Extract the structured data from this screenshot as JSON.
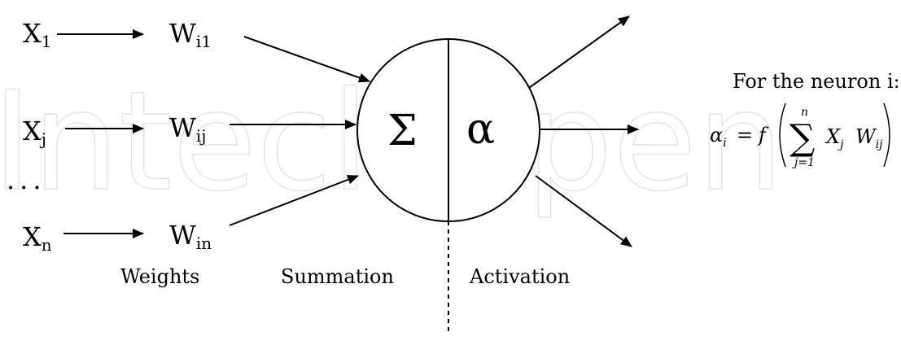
{
  "watermark": "IntechOpen",
  "inputs": {
    "x1": {
      "base": "X",
      "sub": "1"
    },
    "xj": {
      "base": "X",
      "sub": "j"
    },
    "ellipsis": "...",
    "xn": {
      "base": "X",
      "sub": "n"
    }
  },
  "weights": {
    "wi1": {
      "base": "W",
      "sub": "i1"
    },
    "wij": {
      "base": "W",
      "sub": "ij"
    },
    "win": {
      "base": "W",
      "sub": "in"
    }
  },
  "neuron": {
    "summation_symbol": "Σ",
    "activation_symbol": "α"
  },
  "captions": {
    "weights": "Weights",
    "summation": "Summation",
    "activation": "Activation"
  },
  "formula": {
    "heading": "For the neuron i:",
    "lhs_base": "α",
    "lhs_sub": "i",
    "equals": "=",
    "func": "f",
    "sigma": "∑",
    "upper": "n",
    "lower": "j=1",
    "term1_base": "X",
    "term1_sub": "j",
    "term2_base": "W",
    "term2_sub": "ij"
  }
}
